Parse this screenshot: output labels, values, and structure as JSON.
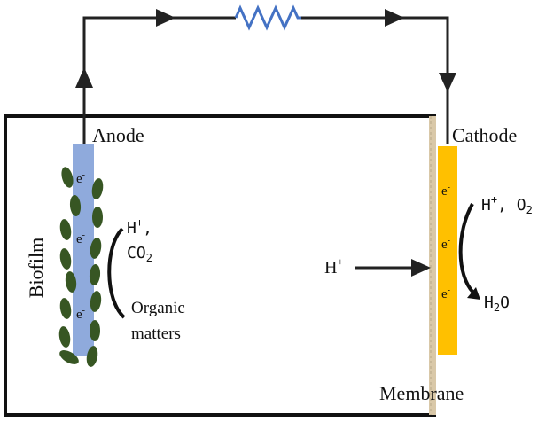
{
  "diagram": {
    "labels": {
      "anode": "Anode",
      "cathode": "Cathode",
      "membrane": "Membrane",
      "biofilm": "Biofilm",
      "proton": "H",
      "proton_charge": "+",
      "electron": "e",
      "electron_charge": "-",
      "anode_products_line1_h": "H",
      "anode_products_line1_plus": "+",
      "anode_products_line1_comma": ",",
      "anode_products_line2_co": "CO",
      "anode_products_line2_sub": "2",
      "organic_line1": "Organic",
      "organic_line2": "matters",
      "cathode_reactants_h": "H",
      "cathode_reactants_plus": "+",
      "cathode_reactants_sep": ", O",
      "cathode_reactants_sub": "2",
      "cathode_product_h": "H",
      "cathode_product_sub": "2",
      "cathode_product_o": "O"
    },
    "colors": {
      "anode": "#8faadc",
      "cathode": "#ffc000",
      "biofilm": "#375623",
      "resistor": "#4472c4",
      "membrane": "#d9c8a8",
      "wire": "#222222"
    }
  }
}
